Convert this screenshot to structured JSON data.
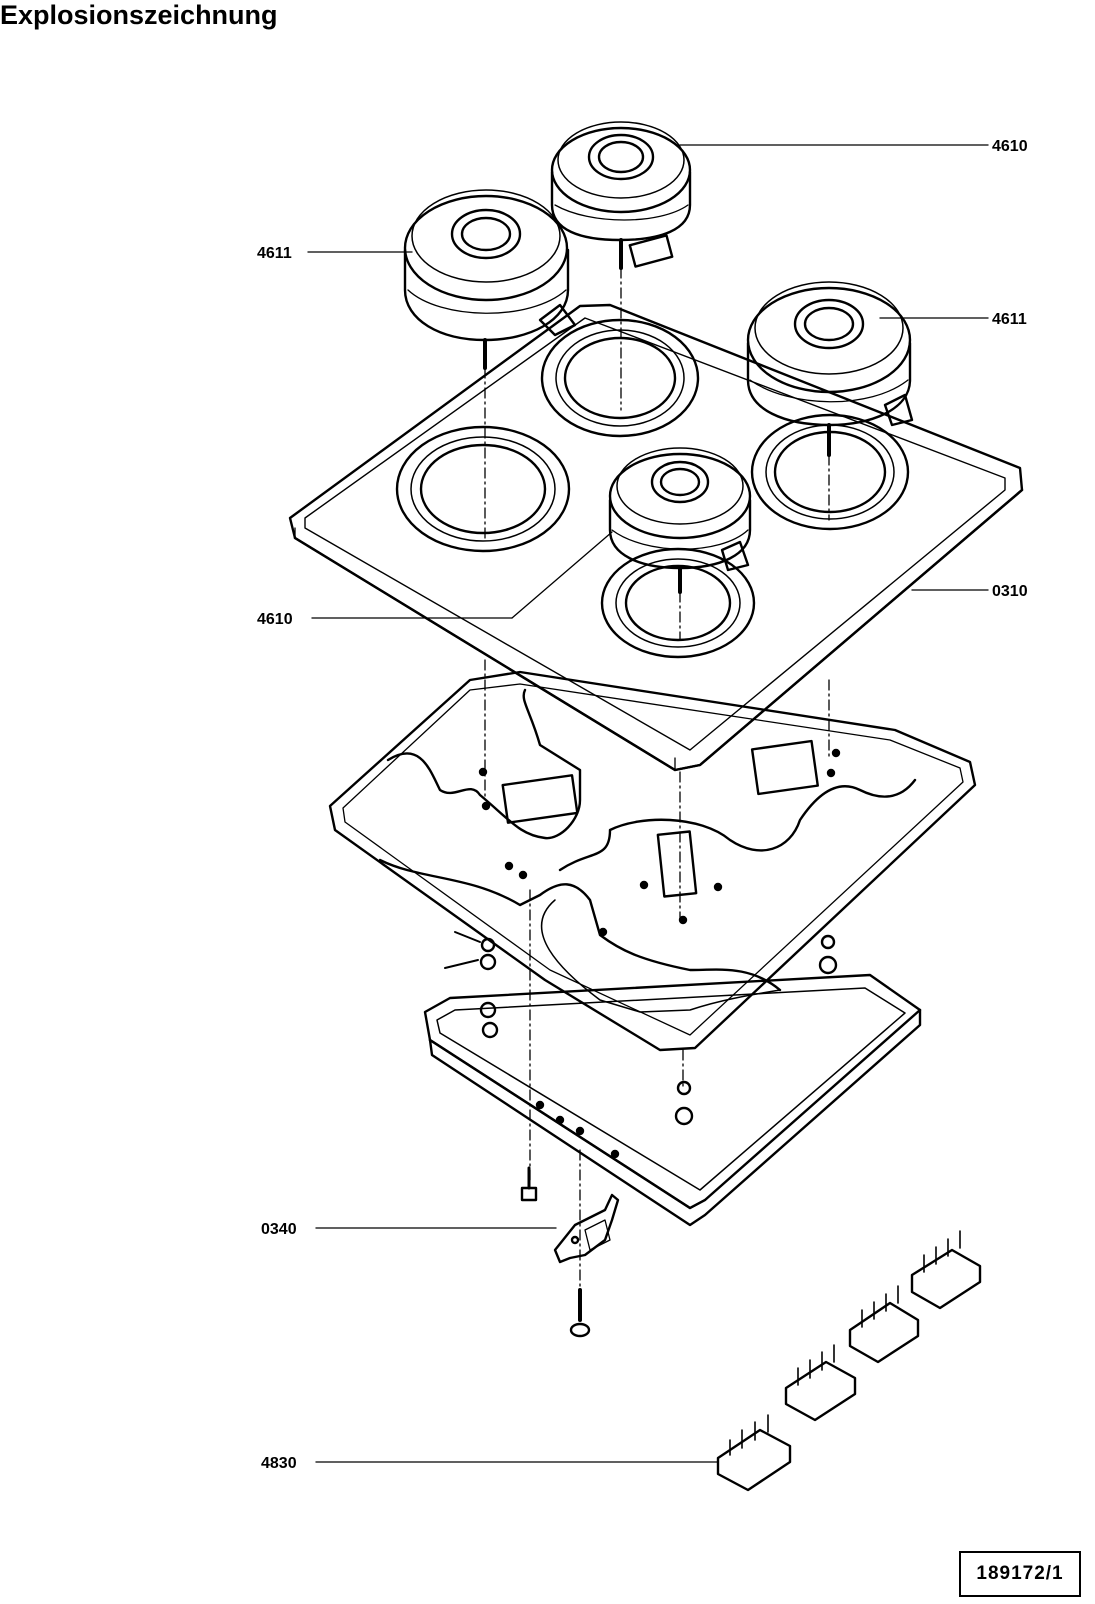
{
  "title": "Explosionszeichnung",
  "callouts": [
    "4610",
    "4611",
    "4611",
    "4610",
    "0310",
    "0340",
    "4830"
  ],
  "doc_number": "189172/1"
}
